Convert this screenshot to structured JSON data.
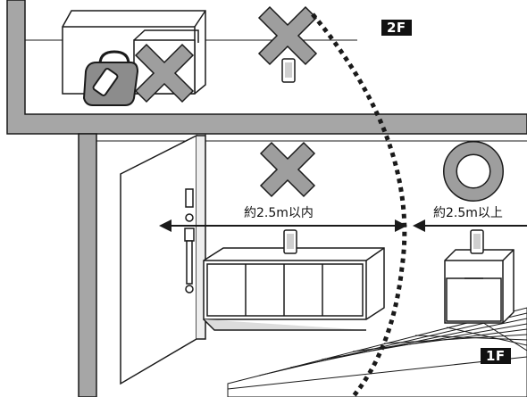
{
  "floors": {
    "upper_label": "2F",
    "lower_label": "1F"
  },
  "distances": {
    "within_label": "約2.5m以内",
    "beyond_label": "約2.5m以上"
  },
  "colors": {
    "wall": "#a6a6a6",
    "outline": "#1a1a1a",
    "mark": "#9e9e9e",
    "badge": "#111111"
  },
  "icons": {
    "not_ok": "cross-mark",
    "ok": "circle-mark",
    "device": "smartphone",
    "bag": "handbag"
  }
}
